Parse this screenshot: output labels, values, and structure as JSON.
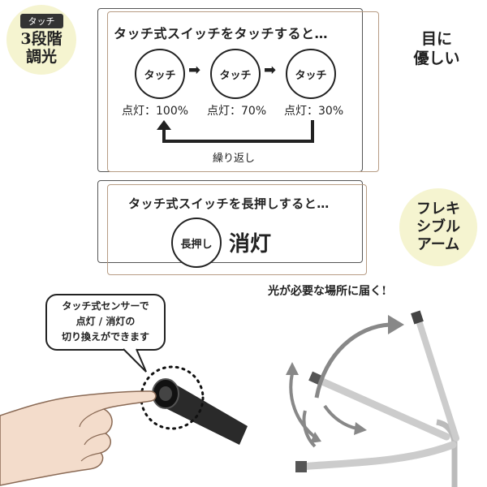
{
  "badge_dimmer": {
    "top": "タッチ",
    "line1": "3段階",
    "line2": "調光"
  },
  "badge_eye": {
    "line1": "目に",
    "line2": "優しい"
  },
  "badge_flex": {
    "line1": "フレキ",
    "line2": "シブル",
    "line3": "アーム"
  },
  "touch_panel": {
    "heading": "タッチ式スイッチをタッチすると…",
    "steps": [
      {
        "button": "タッチ",
        "status": "点灯：100%"
      },
      {
        "button": "タッチ",
        "status": "点灯：70%"
      },
      {
        "button": "タッチ",
        "status": "点灯：30%"
      }
    ],
    "loop_label": "繰り返し"
  },
  "hold_panel": {
    "heading": "タッチ式スイッチを長押しすると…",
    "button": "長押し",
    "result": "消灯"
  },
  "bubble": {
    "line1": "タッチ式センサーで",
    "line2": "点灯 / 消灯の",
    "line3": "切り換えができます"
  },
  "arm_caption": "光が必要な場所に届く!"
}
